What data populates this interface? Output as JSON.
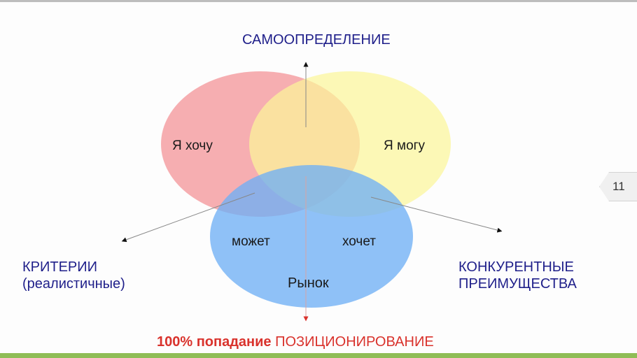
{
  "slide": {
    "page_number": "11",
    "colors": {
      "top_bar": "#bdbdbd",
      "bottom_bar": "#8fbd56",
      "axis_text": "#1f1f8a",
      "accent_red": "#d9322c",
      "circle_red": "#f5a3a6",
      "circle_yellow": "#fbf7a0",
      "circle_blue": "#79b6f5"
    }
  },
  "diagram": {
    "top_axis_label": "САМООПРЕДЕЛЕНИЕ",
    "left_axis_label_line1": "КРИТЕРИИ",
    "left_axis_label_line2": "(реалистичные)",
    "right_axis_label_line1": "КОНКУРЕНТНЫЕ",
    "right_axis_label_line2": "ПРЕИМУЩЕСТВА",
    "circles": {
      "red": {
        "label": "Я хочу"
      },
      "yellow": {
        "label": "Я могу"
      },
      "blue": {
        "label": "Рынок",
        "left_sub_label": "может",
        "right_sub_label": "хочет"
      }
    },
    "bottom_label_bold": "100% попадание",
    "bottom_label_regular": "ПОЗИЦИОНИРОВАНИЕ"
  }
}
